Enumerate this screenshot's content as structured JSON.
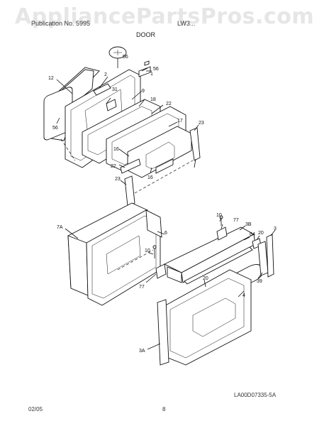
{
  "watermark": "AppliancePartsPros.com",
  "header": {
    "left": "Publication No. 5995",
    "right": "LW3..."
  },
  "section_title": "DOOR",
  "illustration_code": "LA00D07335-5A",
  "footer": {
    "date": "02/05",
    "page": "8"
  },
  "callouts": [
    "56",
    "2",
    "12",
    "56",
    "1",
    "9",
    "31",
    "18",
    "56",
    "22",
    "17",
    "23",
    "16",
    "16",
    "22",
    "23",
    "10",
    "77",
    "3B",
    "7A",
    "6",
    "20",
    "3",
    "64",
    "10",
    "39",
    "77",
    "20",
    "4",
    "3A"
  ]
}
